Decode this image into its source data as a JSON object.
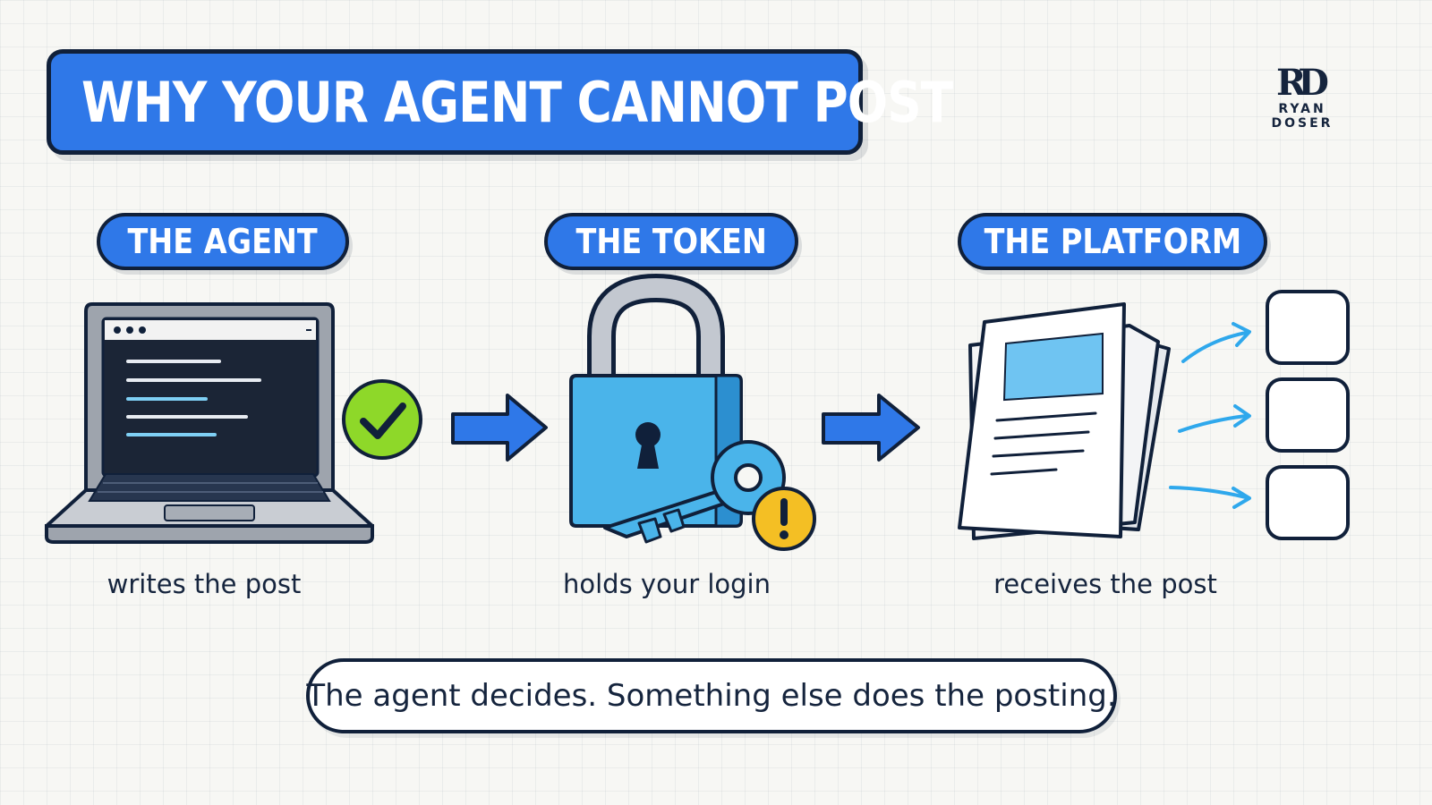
{
  "title": "WHY YOUR AGENT CANNOT POST",
  "logo": {
    "mark": "RD",
    "line1": "RYAN",
    "line2": "DOSER"
  },
  "steps": [
    {
      "label": "THE AGENT",
      "caption": "writes the post",
      "icon": "laptop-icon"
    },
    {
      "label": "THE TOKEN",
      "caption": "holds your login",
      "icon": "padlock-key-icon"
    },
    {
      "label": "THE PLATFORM",
      "caption": "receives the post",
      "icon": "document-stack-icon"
    }
  ],
  "summary": "The agent decides. Something else does the posting.",
  "colors": {
    "primary_blue": "#2f78e8",
    "outline": "#10203a",
    "check_green": "#8ed829",
    "warning_yellow": "#f4bf24",
    "light_blue": "#4ab4ea"
  }
}
